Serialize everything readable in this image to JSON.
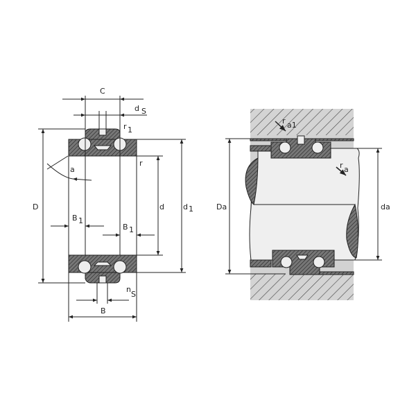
{
  "left_view": {
    "labels": {
      "C": "C",
      "ds": "d",
      "ds_sub": "S",
      "r1": "r",
      "r1_sub": "1",
      "r": "r",
      "a": "a",
      "D": "D",
      "d": "d",
      "d1": "d",
      "d1_sub": "1",
      "B1_left": "B",
      "B1_left_sub": "1",
      "B1_right": "B",
      "B1_right_sub": "1",
      "ns": "n",
      "ns_sub": "S",
      "B": "B"
    }
  },
  "right_view": {
    "labels": {
      "ra1": "r",
      "ra1_sub": "a1",
      "ra": "r",
      "ra_sub": "a",
      "Da": "Da",
      "da": "da"
    }
  },
  "colors": {
    "hatch_fill": "#555555",
    "housing_gray": "#d0d0d0",
    "shaft": "#efefef",
    "ball": "#eeeeee",
    "line": "#222222"
  }
}
